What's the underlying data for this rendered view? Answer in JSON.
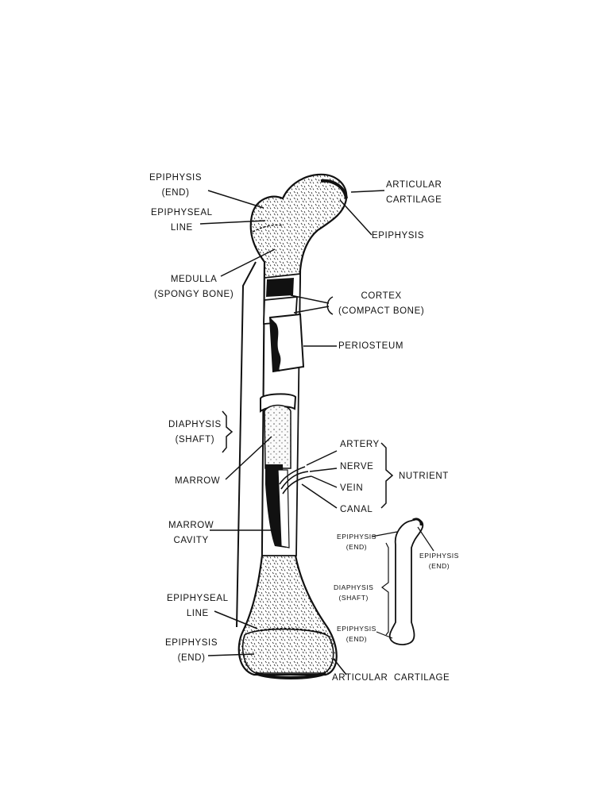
{
  "labels": {
    "epiphysis_top_left": [
      "EPIPHYSIS",
      "(END)"
    ],
    "articular_cartilage_top": [
      "ARTICULAR",
      "CARTILAGE"
    ],
    "epiphyseal_line_top": [
      "EPIPHYSEAL",
      "LINE"
    ],
    "epiphysis_top_right": "EPIPHYSIS",
    "medulla": [
      "MEDULLA",
      "(SPONGY BONE)"
    ],
    "cortex": [
      "CORTEX",
      "(COMPACT BONE)"
    ],
    "periosteum": "PERIOSTEUM",
    "diaphysis": [
      "DIAPHYSIS",
      "(SHAFT)"
    ],
    "artery": "ARTERY",
    "nerve": "NERVE",
    "nutrient": "NUTRIENT",
    "marrow": "MARROW",
    "vein": "VEIN",
    "canal": "CANAL",
    "marrow_cavity": [
      "MARROW",
      "CAVITY"
    ],
    "epiphyseal_line_bottom": [
      "EPIPHYSEAL",
      "LINE"
    ],
    "epiphysis_bottom": [
      "EPIPHYSIS",
      "(END)"
    ],
    "articular_cartilage_bottom": "ARTICULAR  CARTILAGE"
  },
  "small_bone_labels": {
    "epiphysis_left_top": [
      "EPIPHYSIS",
      "(END)"
    ],
    "epiphysis_right_top": [
      "EPIPHYSIS",
      "(END)"
    ],
    "diaphysis": [
      "DIAPHYSIS",
      "(SHAFT)"
    ],
    "epiphysis_bottom": [
      "EPIPHYSIS",
      "(END)"
    ]
  },
  "colors": {
    "ink": "#111111",
    "paper": "#ffffff"
  }
}
